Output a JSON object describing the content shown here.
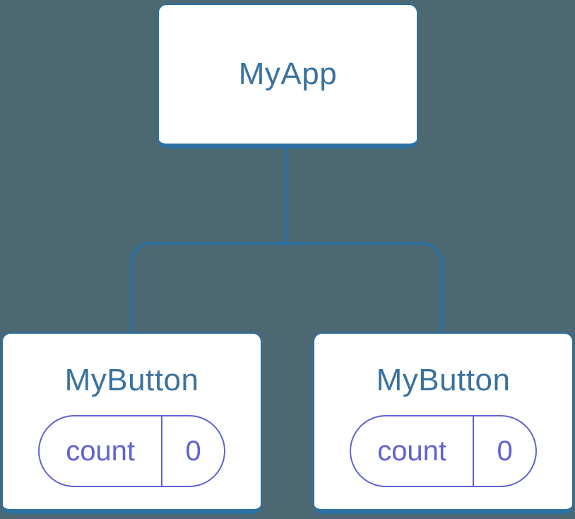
{
  "tree": {
    "root": {
      "label": "MyApp"
    },
    "children": [
      {
        "label": "MyButton",
        "state": {
          "name": "count",
          "value": "0"
        }
      },
      {
        "label": "MyButton",
        "state": {
          "name": "count",
          "value": "0"
        }
      }
    ]
  },
  "colors": {
    "background": "#4C6872",
    "node_fill": "#FFFFFF",
    "node_border": "#2D70A1",
    "node_text": "#39729F",
    "connector": "#2D70A1",
    "state_accent": "#5F62D2"
  }
}
